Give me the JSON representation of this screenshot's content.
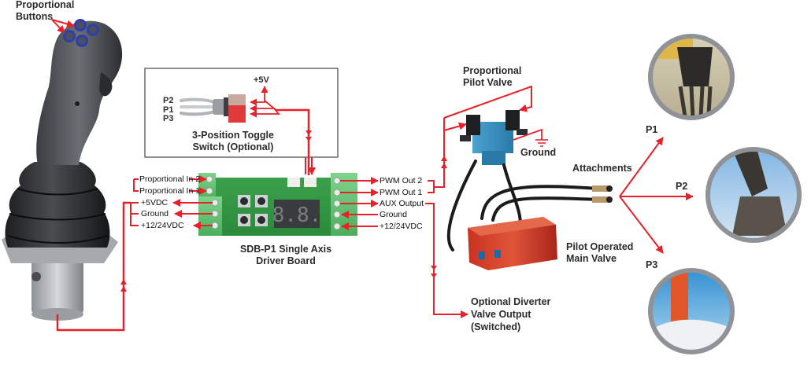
{
  "diagram": {
    "title": "SDB-P1 Single Axis Driver Board wiring overview",
    "wire_color": "#e8202a",
    "joystick": {
      "label_line1": "Proportional",
      "label_line2": "Buttons"
    },
    "toggle_switch": {
      "label_line1": "3-Position Toggle",
      "label_line2": "Switch (Optional)",
      "supply_label": "+5V",
      "positions": [
        "P2",
        "P1",
        "P3"
      ]
    },
    "driver_board": {
      "label_line1": "SDB-P1 Single Axis",
      "label_line2": "Driver Board",
      "display": "8.8.",
      "left_terminals": [
        "Proportional In 2",
        "Proportional In 1",
        "+5VDC",
        "Ground",
        "+12/24VDC"
      ],
      "right_terminals": [
        "PWM Out 2",
        "PWM Out 1",
        "AUX Output",
        "Ground",
        "+12/24VDC"
      ]
    },
    "pilot_valve": {
      "label_line1": "Proportional",
      "label_line2": "Pilot Valve",
      "ground_label": "Ground"
    },
    "main_valve": {
      "label_line1": "Pilot Operated",
      "label_line2": "Main Valve"
    },
    "attachments": {
      "label": "Attachments",
      "items": [
        {
          "label": "P1",
          "image": "grapple attachment"
        },
        {
          "label": "P2",
          "image": "clamshell bucket attachment"
        },
        {
          "label": "P3",
          "image": "hydraulic breaker attachment"
        }
      ]
    },
    "diverter": {
      "label_line1": "Optional Diverter",
      "label_line2": "Valve Output",
      "label_line3": "(Switched)"
    }
  }
}
